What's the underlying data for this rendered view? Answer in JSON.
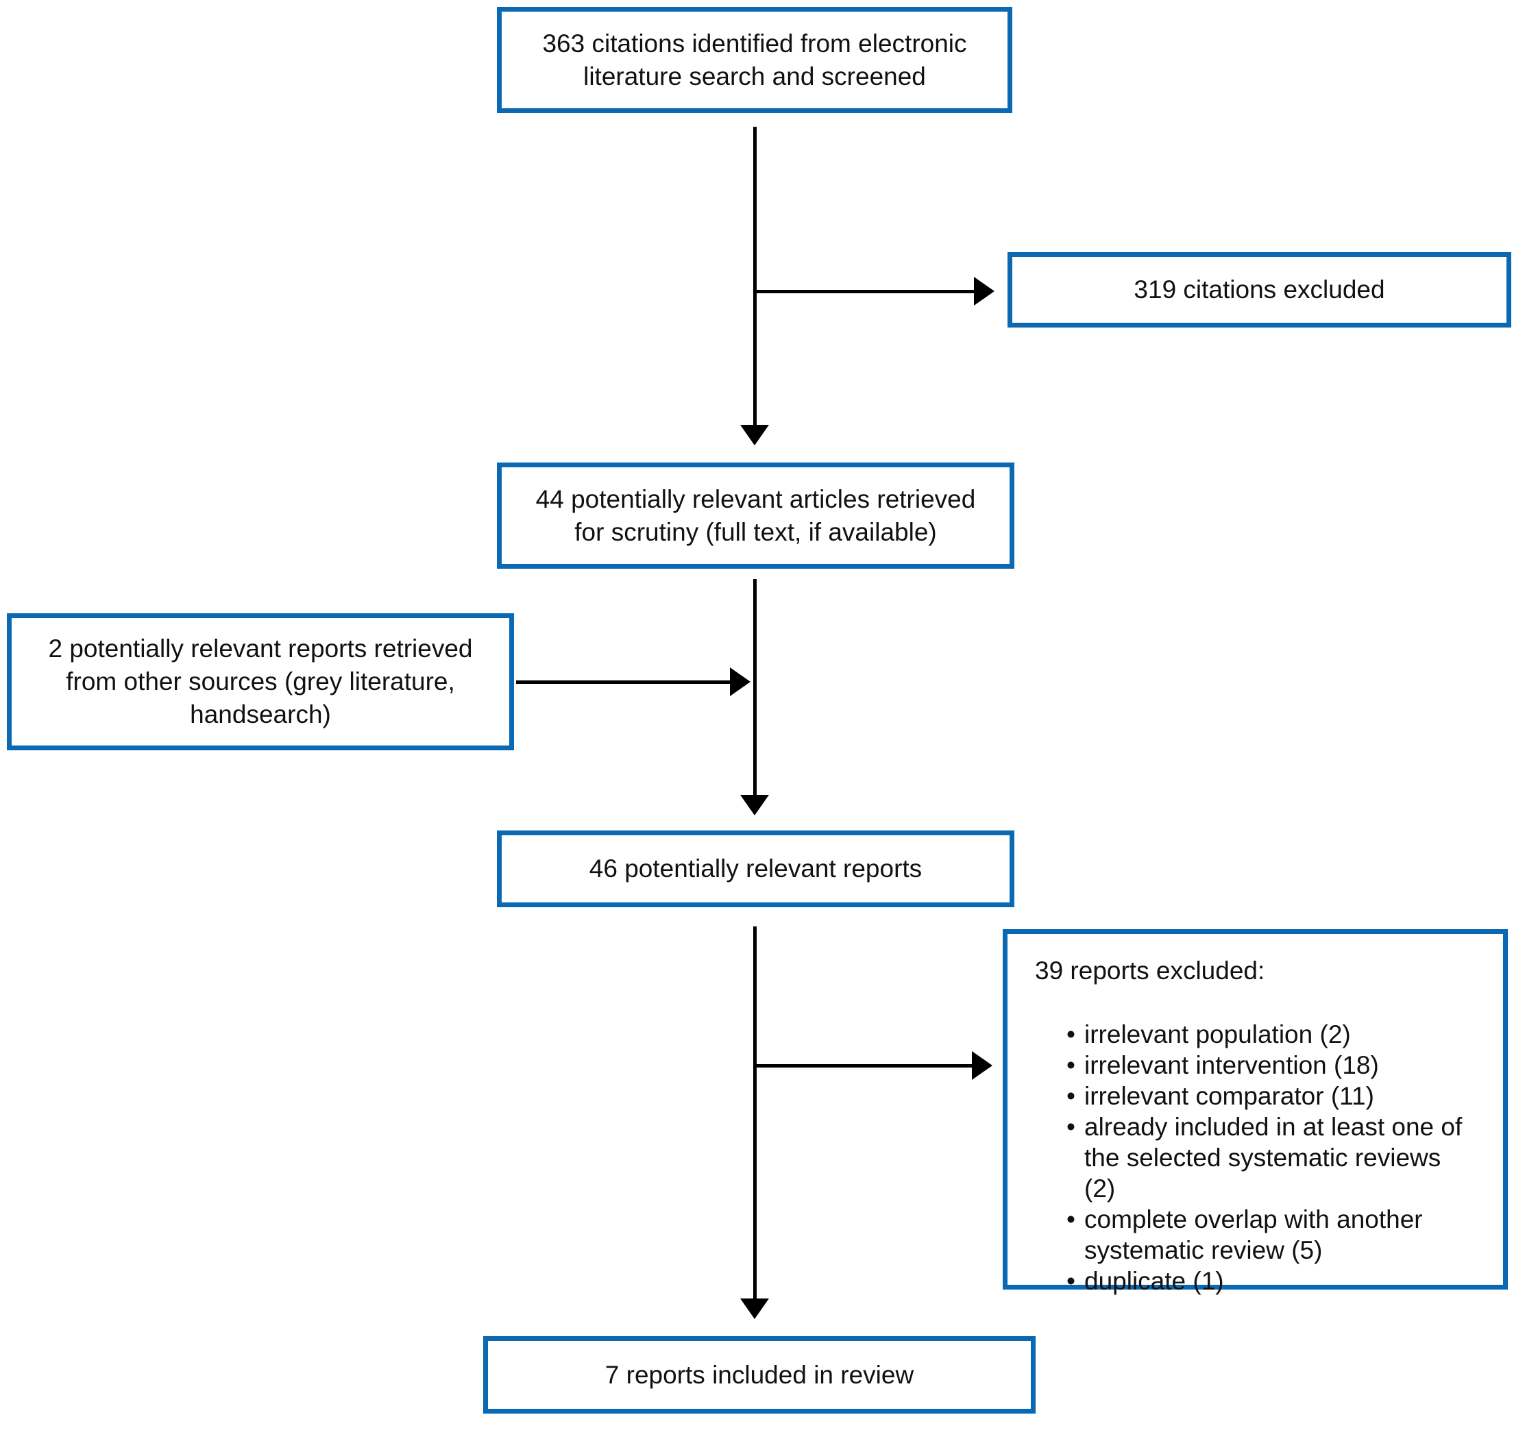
{
  "boxes": {
    "identified": {
      "text": "363 citations identified from electronic literature search and screened"
    },
    "citations_excluded": {
      "text": "319 citations excluded"
    },
    "articles_retrieved": {
      "text": "44 potentially relevant articles retrieved for scrutiny (full text, if available)"
    },
    "other_sources": {
      "text": "2 potentially relevant reports retrieved from other sources (grey literature, handsearch)"
    },
    "relevant_reports": {
      "text": "46 potentially relevant reports"
    },
    "reports_excluded": {
      "heading": "39 reports excluded:",
      "reasons": [
        "irrelevant population (2)",
        "irrelevant intervention (18)",
        "irrelevant comparator (11)",
        "already included in at least one of the selected systematic reviews (2)",
        "complete overlap with another systematic review (5)",
        "duplicate (1)"
      ]
    },
    "included": {
      "text": "7 reports included in review"
    }
  },
  "colors": {
    "box_border": "#0a69b2",
    "arrow": "#000000",
    "text": "#111111",
    "background": "#ffffff"
  }
}
